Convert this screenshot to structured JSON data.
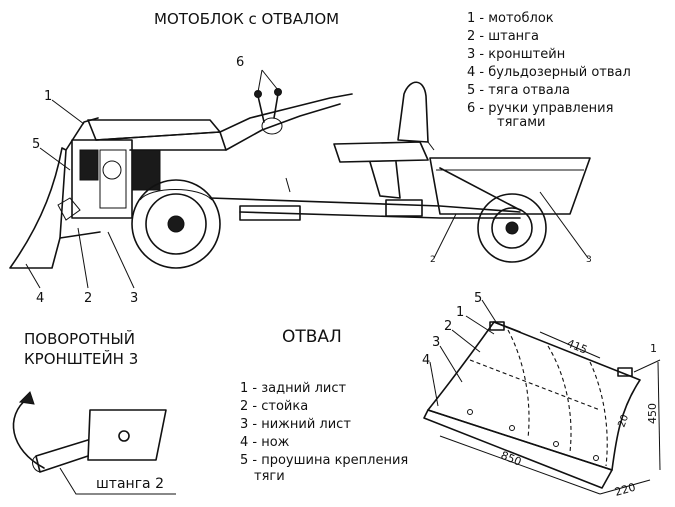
{
  "title": "МОТОБЛОК с ОТВАЛОМ",
  "legend_top": [
    "1 - мотоблок",
    "2 - штанга",
    "3 - кронштейн",
    "4 - бульдозерный отвал",
    "5 - тяга отвала",
    "6 - ручки управления",
    "тягами"
  ],
  "main_callouts": {
    "c1": "1",
    "c2": "2",
    "c3": "3",
    "c4": "4",
    "c5": "5",
    "c6": "6",
    "c2b": "2",
    "c3b": "3"
  },
  "bracket_section": {
    "title_line1": "ПОВОРОТНЫЙ",
    "title_line2": "КРОНШТЕЙН  3",
    "bar_label": "штанга 2"
  },
  "blade_section": {
    "title": "ОТВАЛ",
    "legend": [
      "1 - задний лист",
      "2 - стойка",
      "3 - нижний лист",
      "4 - нож",
      "5 - проушина крепления",
      "тяги"
    ],
    "callouts": {
      "b1": "1",
      "b2": "2",
      "b3": "3",
      "b4": "4",
      "b5": "5",
      "b6": "1"
    },
    "dimensions": {
      "d415": "415",
      "d850": "850",
      "d450": "450",
      "d220": "220",
      "d20": "20"
    }
  }
}
